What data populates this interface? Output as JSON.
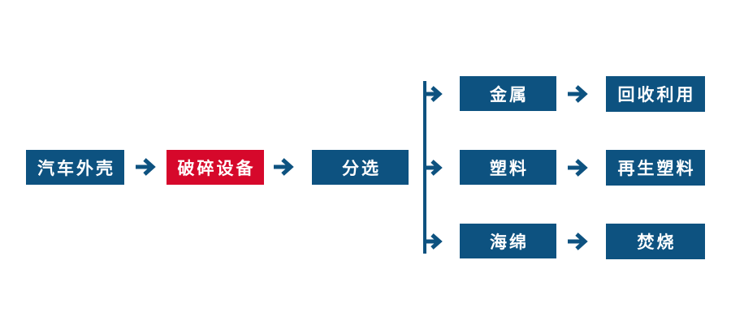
{
  "colors": {
    "node_blue": "#0d5280",
    "node_red": "#d6082b",
    "node_text": "#ffffff",
    "background": "#ffffff"
  },
  "flowchart": {
    "source": {
      "label": "汽车外壳"
    },
    "process": {
      "label": "破碎设备"
    },
    "sorting": {
      "label": "分选"
    },
    "branches": [
      {
        "material": "金属",
        "outcome": "回收利用"
      },
      {
        "material": "塑料",
        "outcome": "再生塑料"
      },
      {
        "material": "海绵",
        "outcome": "焚烧"
      }
    ]
  }
}
